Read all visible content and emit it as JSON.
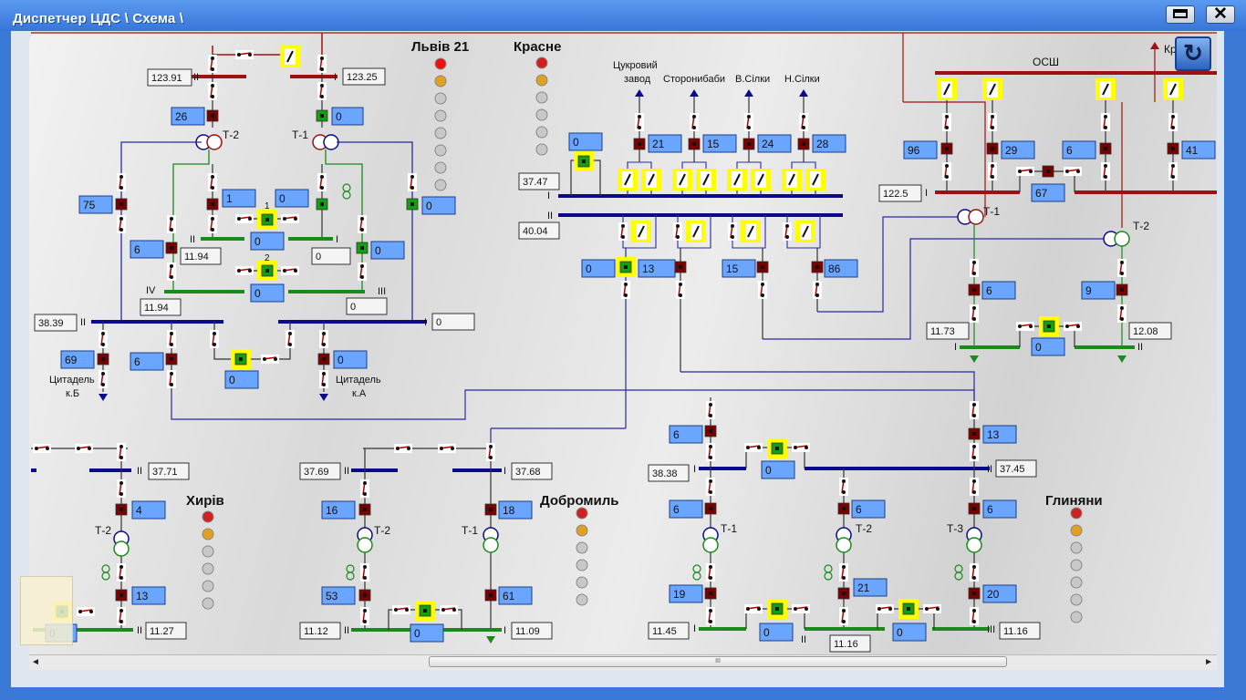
{
  "window": {
    "title": "Диспетчер ЦДС \\ Схема \\"
  },
  "scroll": {
    "thumb_grip": "III",
    "left_arrow": "◄",
    "right_arrow": "►"
  },
  "stations": {
    "lviv21": "Львів 21",
    "krasne": "Красне",
    "khyriv": "Хирів",
    "dobromyl": "Добромиль",
    "hlyniany": "Глиняни",
    "osh": "ОСШ",
    "kr": "Кр"
  },
  "feeders": {
    "tsukrovyi": "Цукровий",
    "zavod": "завод",
    "storonybaby": "Сторонибаби",
    "vsilky": "В.Сілки",
    "nsilky": "Н.Сілки",
    "tsytadel": "Цитадель",
    "kb": "к.Б",
    "ka": "к.А"
  },
  "voltages": {
    "lv_II": "123.91",
    "lv_I": "123.25",
    "lv_10_II": "11.94",
    "lv_10_IV": "11.94",
    "lv_10_I": "0",
    "lv_10_III": "0",
    "lv_35_II": "38.39",
    "lv_35_I": "0",
    "kr_I": "37.47",
    "kr_II": "40.04",
    "osh_I": "122.5",
    "osh_10_I": "11.73",
    "osh_10_II": "12.08",
    "kh_II": "37.71",
    "kh_10_II": "11.27",
    "do_II": "37.69",
    "do_I": "37.68",
    "do_10_II": "11.12",
    "do_10_I": "11.09",
    "gl_I": "38.38",
    "gl_II": "37.45",
    "gl_10_I": "11.45",
    "gl_10_II": "11.16",
    "gl_10_III": "11.16"
  },
  "currents": {
    "lv_t2": "26",
    "lv_t1": "0",
    "lv_75": "75",
    "lv_1": "1",
    "lv_10a": "0",
    "lv_10b": "0",
    "lv_6": "6",
    "lv_bc1": "0",
    "lv_bc2": "0",
    "lv_10c": "0",
    "lv_69": "69",
    "lv_6b": "6",
    "lv_sec": "0",
    "lv_ka": "0",
    "kr_sec1": "0",
    "kr_21": "21",
    "kr_15": "15",
    "kr_24": "24",
    "kr_28": "28",
    "kr_0": "0",
    "kr_13": "13",
    "kr_15b": "15",
    "kr_86": "86",
    "os_96": "96",
    "os_29": "29",
    "os_6": "6",
    "os_41": "41",
    "os_67": "67",
    "os_6b": "6",
    "os_9": "9",
    "os_sec": "0",
    "kh_4": "4",
    "kh_13": "13",
    "kh_0": "0",
    "do_16": "16",
    "do_18": "18",
    "do_53": "53",
    "do_61": "61",
    "do_0": "0",
    "gl_6a": "6",
    "gl_13": "13",
    "gl_sec": "0",
    "gl_6b": "6",
    "gl_6c": "6",
    "gl_6d": "6",
    "gl_19": "19",
    "gl_21": "21",
    "gl_20": "20",
    "gl_sec2": "0",
    "gl_sec3": "0"
  },
  "labels": {
    "t1": "Т-1",
    "t2": "Т-2",
    "t3": "Т-3",
    "bus_I": "I",
    "bus_II": "II",
    "bus_III": "III",
    "bus_IV": "IV",
    "n1": "1",
    "n2": "2"
  },
  "colors": {
    "bus110": "#a01010",
    "bus35": "#0a0a8a",
    "bus10": "#1a8a1a",
    "breaker_closed": "#7a0000",
    "breaker_green": "#10a010",
    "value_box": "#6aa6ff",
    "highlight": "#ffff00",
    "refresh": "#2d62c0"
  },
  "icons": {
    "refresh": "refresh-icon",
    "maximize": "maximize-icon",
    "close": "close-icon"
  }
}
